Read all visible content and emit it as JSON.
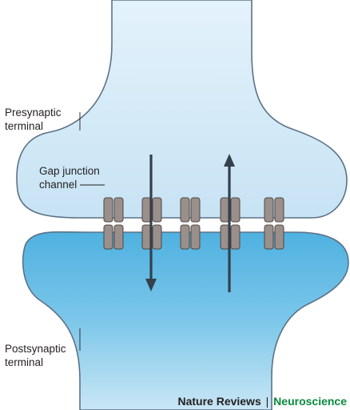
{
  "labels": {
    "presynaptic": [
      "Presynaptic",
      "terminal"
    ],
    "gap_junction": [
      "Gap junction",
      "channel"
    ],
    "postsynaptic": [
      "Postsynaptic",
      "terminal"
    ]
  },
  "credit": {
    "publisher": "Nature Reviews",
    "separator": "|",
    "journal": "Neuroscience"
  },
  "colors": {
    "presynaptic_fill": "#d3e9f6",
    "postsynaptic_fill": "#6cc0e6",
    "membrane": "#5b7287",
    "channel": "#9a8f8a",
    "arrow": "#34404b",
    "journal": "#0a8a3e"
  },
  "gap_junction_channels": {
    "count": 5
  },
  "arrows": [
    {
      "direction": "down"
    },
    {
      "direction": "up"
    }
  ]
}
